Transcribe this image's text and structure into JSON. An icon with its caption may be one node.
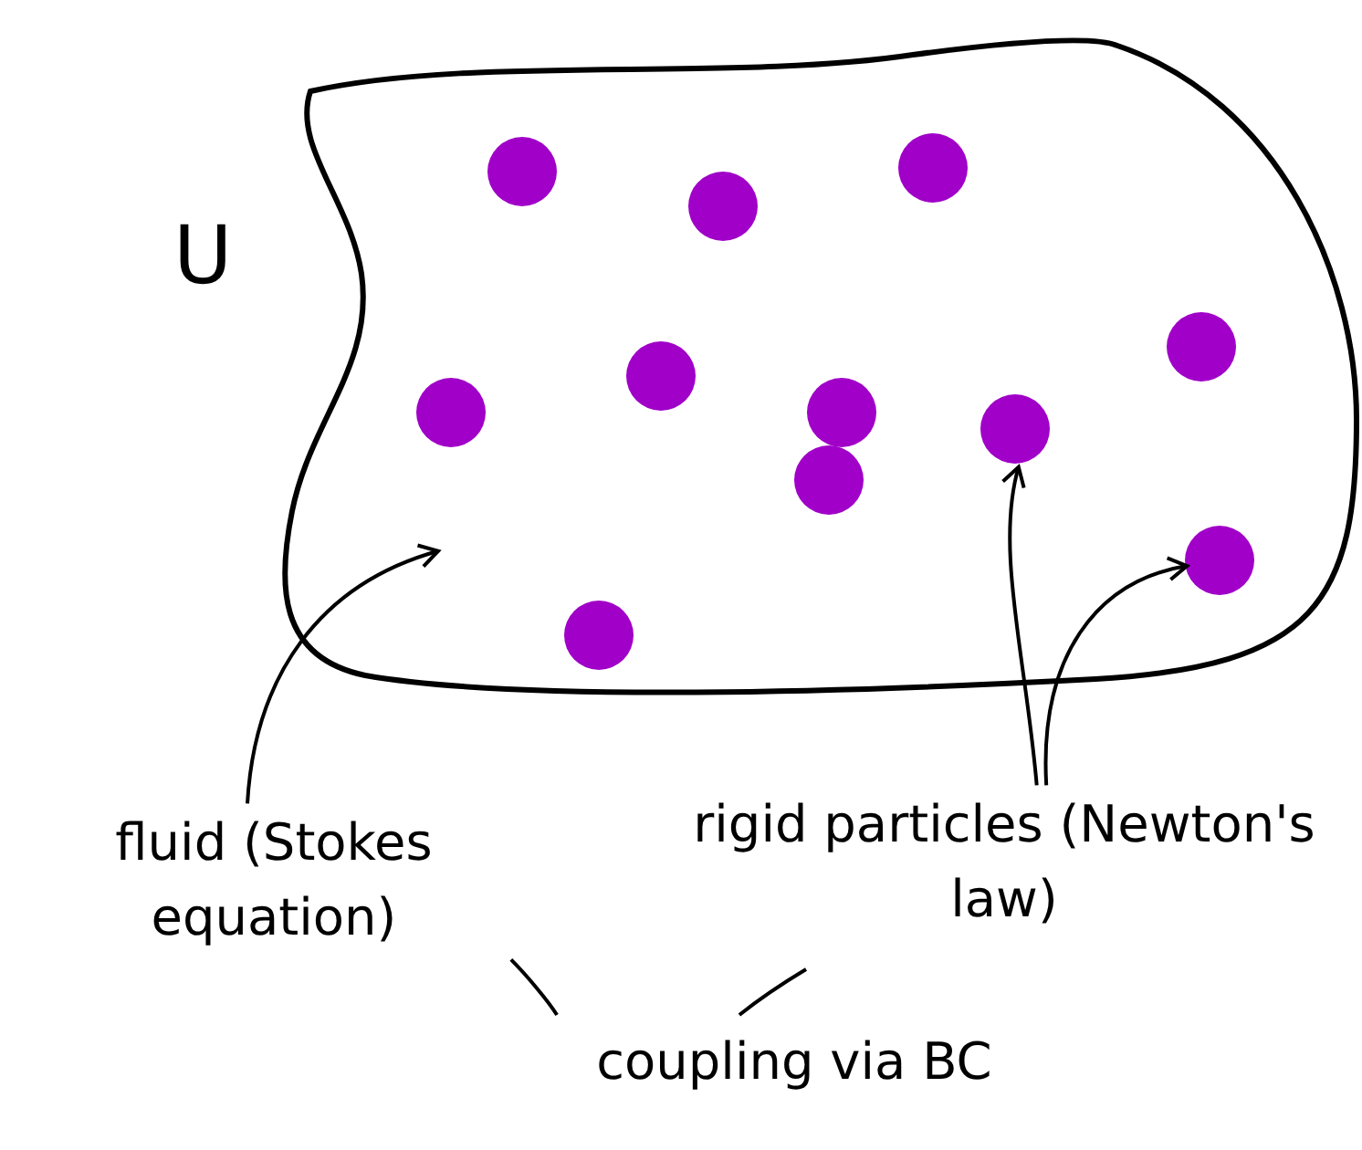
{
  "diagram": {
    "nodes": [
      {
        "text": [],
        "shape": "blob",
        "beside": [
          "U"
        ]
      },
      {
        "text": [],
        "shape": "circle",
        "in": 0
      },
      {
        "text": [],
        "shape": "circle",
        "in": 0
      },
      {
        "text": [],
        "shape": "circle",
        "in": 0
      },
      {
        "text": [],
        "shape": "circle",
        "in": 0
      },
      {
        "text": [],
        "shape": "circle",
        "in": 0
      },
      {
        "text": [],
        "shape": "circle",
        "in": 0
      },
      {
        "text": [],
        "shape": "circle",
        "in": 0
      },
      {
        "text": [],
        "shape": "circle",
        "in": 0
      },
      {
        "text": [],
        "shape": "circle",
        "in": 0
      },
      {
        "text": [],
        "shape": "circle",
        "in": 0
      },
      {
        "text": [],
        "shape": "circle",
        "in": 0
      },
      {
        "text": [
          "fluid (Stokes equation)"
        ]
      },
      {
        "text": [
          "rigid particles (Newton's law)"
        ]
      },
      {
        "text": [
          "coupling via BC"
        ]
      }
    ],
    "edges": [
      {
        "from": 12,
        "to": 0,
        "arrow": "to"
      },
      {
        "from": 13,
        "to": 9,
        "arrow": "to"
      },
      {
        "from": 13,
        "to": 11,
        "arrow": "to"
      },
      {
        "from": 14,
        "to": 12,
        "arrow": "none"
      },
      {
        "from": 14,
        "to": 13,
        "arrow": "none"
      }
    ]
  }
}
